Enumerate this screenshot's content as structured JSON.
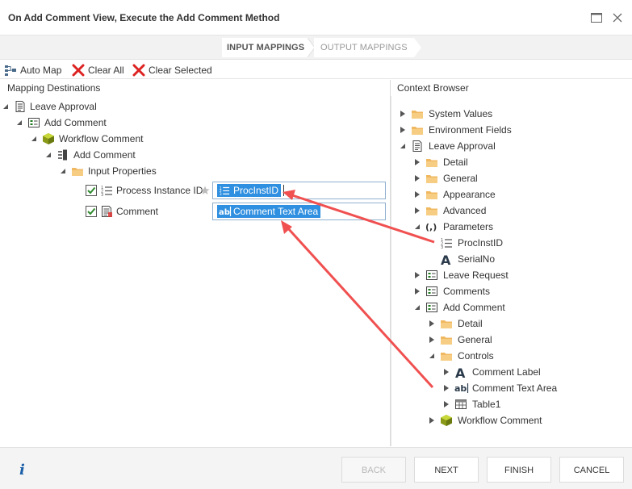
{
  "window": {
    "title": "On Add Comment View, Execute the Add Comment Method"
  },
  "wizard_tabs": {
    "input": "INPUT MAPPINGS",
    "output": "OUTPUT MAPPINGS"
  },
  "toolbar": {
    "auto_map": "Auto Map",
    "clear_all": "Clear All",
    "clear_selected": "Clear Selected"
  },
  "mapping_destinations": {
    "header": "Mapping Destinations",
    "nodes": [
      {
        "label": "Leave Approval",
        "icon": "form-icon"
      },
      {
        "label": "Add Comment",
        "icon": "view-icon"
      },
      {
        "label": "Workflow Comment",
        "icon": "workflow-box-icon"
      },
      {
        "label": "Add Comment",
        "icon": "method-icon"
      },
      {
        "label": "Input Properties",
        "icon": "folder-icon"
      },
      {
        "label": "Process Instance ID",
        "icon": "number-list-icon",
        "checked": true,
        "required": true,
        "mapped_value": "ProcInstID"
      },
      {
        "label": "Comment",
        "icon": "memo-icon",
        "checked": true,
        "required": false,
        "mapped_value": "Comment Text Area"
      }
    ]
  },
  "context_browser": {
    "header": "Context Browser",
    "nodes": [
      {
        "label": "System Values",
        "icon": "folder-icon"
      },
      {
        "label": "Environment Fields",
        "icon": "folder-icon"
      },
      {
        "label": "Leave Approval",
        "icon": "form-icon"
      },
      {
        "label": "Detail",
        "icon": "folder-icon"
      },
      {
        "label": "General",
        "icon": "folder-icon"
      },
      {
        "label": "Appearance",
        "icon": "folder-icon"
      },
      {
        "label": "Advanced",
        "icon": "folder-icon"
      },
      {
        "label": "Parameters",
        "icon": "parameters-icon"
      },
      {
        "label": "ProcInstID",
        "icon": "number-list-icon"
      },
      {
        "label": "SerialNo",
        "icon": "text-a-icon"
      },
      {
        "label": "Leave Request",
        "icon": "view-icon"
      },
      {
        "label": "Comments",
        "icon": "view-icon"
      },
      {
        "label": "Add Comment",
        "icon": "view-icon"
      },
      {
        "label": "Detail",
        "icon": "folder-icon"
      },
      {
        "label": "General",
        "icon": "folder-icon"
      },
      {
        "label": "Controls",
        "icon": "folder-icon"
      },
      {
        "label": "Comment Label",
        "icon": "text-a-icon"
      },
      {
        "label": "Comment Text Area",
        "icon": "textarea-icon"
      },
      {
        "label": "Table1",
        "icon": "table-icon"
      },
      {
        "label": "Workflow Comment",
        "icon": "workflow-box-icon"
      }
    ]
  },
  "footer": {
    "back": "BACK",
    "next": "NEXT",
    "finish": "FINISH",
    "cancel": "CANCEL",
    "info_glyph": "i"
  },
  "colors": {
    "chip_blue": "#2f8fe0",
    "arrow_red": "#f05050",
    "folder": "#f0b860",
    "check_green": "#2f8a2f"
  }
}
